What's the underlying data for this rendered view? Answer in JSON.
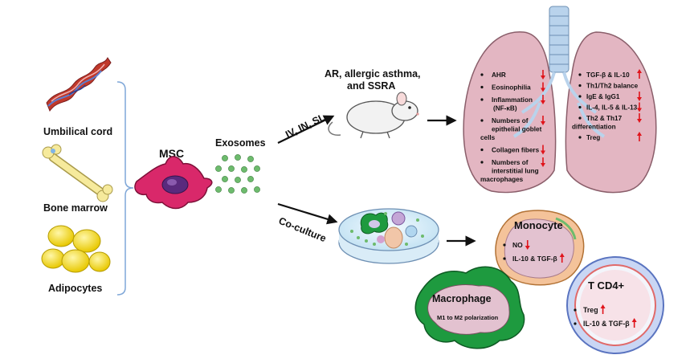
{
  "sources": {
    "umbilical_cord": "Umbilical cord",
    "bone_marrow": "Bone marrow",
    "adipocytes": "Adipocytes"
  },
  "msc_label": "MSC",
  "exosomes_label": "Exosomes",
  "route_label": "IV, IN, SL",
  "coculture_label": "Co-culture",
  "disease_label": {
    "line1": "AR, allergic asthma,",
    "line2": "and SSRA"
  },
  "lung_left_effects": [
    {
      "lines": [
        "AHR"
      ],
      "arrow": "down"
    },
    {
      "lines": [
        "Eosinophilia"
      ],
      "arrow": "down"
    },
    {
      "lines": [
        "Inflammation",
        "(NF-κB)"
      ],
      "arrow": "down"
    },
    {
      "lines": [
        "Numbers of",
        "epithelial goblet",
        "cells"
      ],
      "arrow": "down"
    },
    {
      "lines": [
        "Collagen fibers"
      ],
      "arrow": "down"
    },
    {
      "lines": [
        "Numbers of",
        "interstitial lung",
        "macrophages"
      ],
      "arrow": "down"
    }
  ],
  "lung_right_effects": [
    {
      "lines": [
        "TGF-β & IL-10"
      ],
      "arrow": "up"
    },
    {
      "lines": [
        "Th1/Th2 balance"
      ],
      "arrow": "none"
    },
    {
      "lines": [
        "IgE & IgG1"
      ],
      "arrow": "down"
    },
    {
      "lines": [
        "IL-4, IL-5 & IL-13"
      ],
      "arrow": "down"
    },
    {
      "lines": [
        "Th2 & Th17",
        "differentiation"
      ],
      "arrow": "down"
    },
    {
      "lines": [
        "Treg"
      ],
      "arrow": "up"
    }
  ],
  "monocyte": {
    "title": "Monocyte",
    "items": [
      {
        "label": "NO",
        "arrow": "down"
      },
      {
        "label": "IL-10 & TGF-β",
        "arrow": "up"
      }
    ]
  },
  "tcell": {
    "title": "T CD4+",
    "items": [
      {
        "label": "Treg",
        "arrow": "up"
      },
      {
        "label": "IL-10 & TGF-β",
        "arrow": "up"
      }
    ]
  },
  "macrophage": {
    "title": "Macrophage",
    "subtitle": "M1 to M2 polarization"
  },
  "colors": {
    "arrow_red": "#e0141b",
    "lung_fill": "#e3b6c2",
    "lung_stroke": "#8a5e6a",
    "trachea": "#b9d3ec",
    "msc_cell": "#d9286a",
    "exosome": "#5fb35f",
    "macrophage": "#1e9a3f",
    "fat": "#f3dc1a",
    "bone": "#f6ea9c",
    "tcell_ring": "#6f8fd6",
    "monocyte_ring": "#f1a861"
  }
}
